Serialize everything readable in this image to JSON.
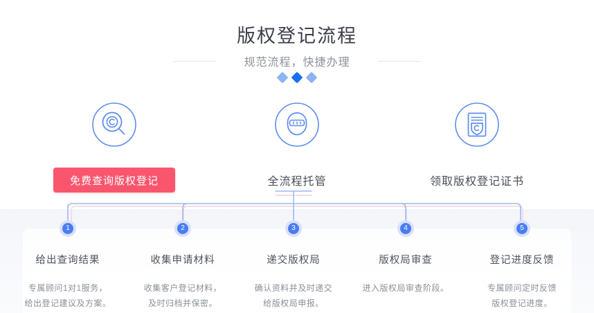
{
  "header": {
    "title": "版权登记流程",
    "subtitle": "规范流程，快捷办理",
    "diamond_colors": [
      "#8cb3f2",
      "#1a6ef0",
      "#8cb3f2"
    ],
    "rule_color": "#e3e4e8"
  },
  "features": [
    {
      "icon": "copyright-search-icon",
      "label": "免费查询版权登记",
      "is_button": true,
      "button_color": "#f9566e"
    },
    {
      "icon": "full-process-trustee-icon",
      "label": "全流程托管",
      "is_button": false
    },
    {
      "icon": "copyright-certificate-icon",
      "label": "领取版权登记证书",
      "is_button": false
    }
  ],
  "steps": [
    {
      "number": "1",
      "title": "给出查询结果",
      "desc_lines": [
        "专属顾问1对1服务，",
        "给出登记建议及方案。"
      ]
    },
    {
      "number": "2",
      "title": "收集申请材料",
      "desc_lines": [
        "收集客户登记材料，",
        "及时归档并保密。"
      ]
    },
    {
      "number": "3",
      "title": "递交版权局",
      "desc_lines": [
        "确认资料并及时递交",
        "给版权局申报。"
      ]
    },
    {
      "number": "4",
      "title": "版权局审查",
      "desc_lines": [
        "进入版权局审查阶段。"
      ]
    },
    {
      "number": "5",
      "title": "登记进度反馈",
      "desc_lines": [
        "专属顾问定时反馈",
        "版权登记进度。"
      ]
    }
  ],
  "theme": {
    "icon_stroke": "#5b8def",
    "connector_blue": "#9db8f4",
    "connector_pink": "#f3d4dc",
    "dot_core": "#4a7df0",
    "dot_halo": "#d7e1fb",
    "text_dark": "#3b3f4a",
    "text_mid": "#4e525c",
    "text_light": "#8b8f98"
  }
}
